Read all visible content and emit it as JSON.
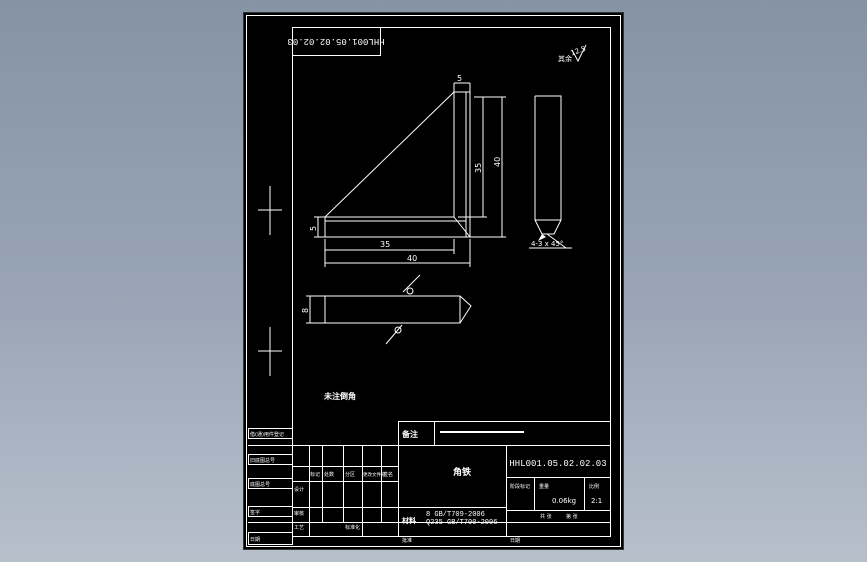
{
  "drawing": {
    "rotated_code": "HHL001.05.02.02.03",
    "drawing_number": "HHL001.05.02.02.03",
    "part_name": "角铁",
    "roughness_value": "12.5",
    "roughness_note": "其余",
    "chamfer_note": "4-3 x 45°",
    "tech_requirement": "未注倒角",
    "dims": {
      "thickness_top": "5",
      "height_inner": "35",
      "height_outer": "40",
      "thickness_left": "5",
      "length_inner": "35",
      "length_outer": "40",
      "width_side": "8"
    },
    "title_block": {
      "note_label": "备注",
      "material_label": "材料",
      "material_spec_line1": "8    GB/T709-2006",
      "material_spec_line2": "Q235 GB/T700-2006",
      "weight": "0.06kg",
      "scale": "2:1",
      "stage_label": "阶段标记",
      "weight_label": "重量",
      "scale_label": "比例",
      "sheet_label": "共 张",
      "sheet_of_label": "第 张",
      "design_label": "设计",
      "review_label": "审核",
      "process_label": "工艺",
      "standard_label": "标准化",
      "approve_label": "批准",
      "date_label": "日期",
      "sign_label": "签名",
      "update_label": "更改文件号",
      "zone_label": "分区",
      "count_label": "处数",
      "mark_label": "标记",
      "left_labels": [
        "借(通)用件登记",
        "旧底图总号",
        "底图总号",
        "签字",
        "日期"
      ]
    }
  }
}
